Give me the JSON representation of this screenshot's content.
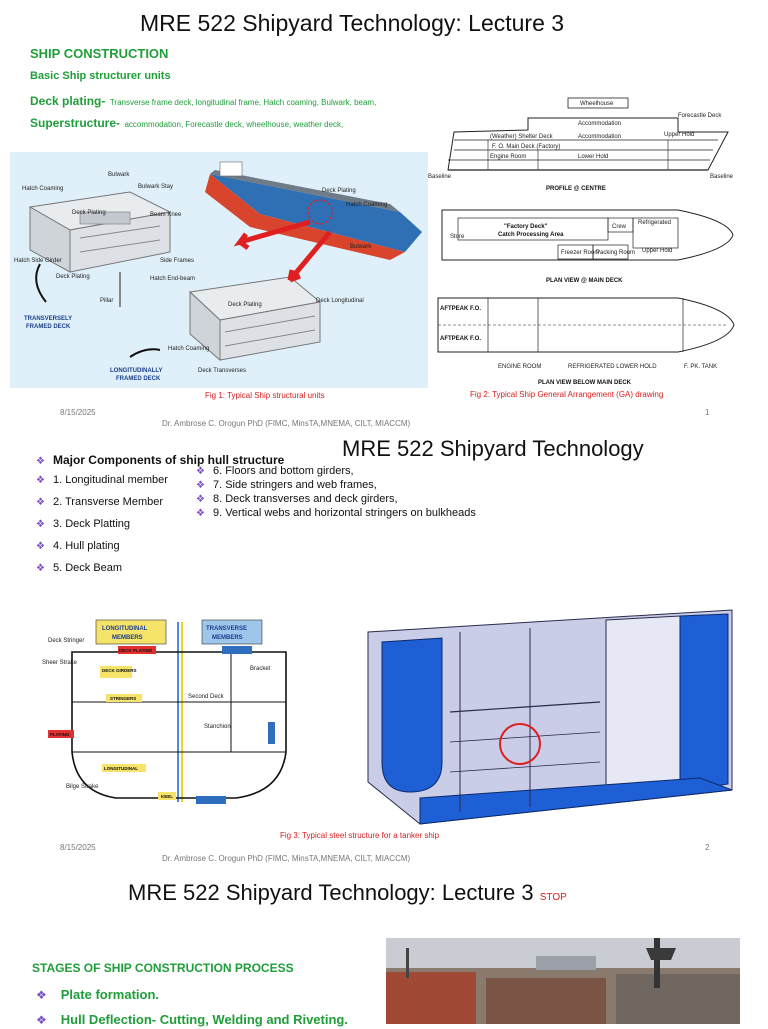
{
  "slide1": {
    "title": "MRE 522 Shipyard Technology: Lecture 3",
    "heading": "SHIP CONSTRUCTION",
    "subheading": "Basic Ship structurer units",
    "deck_label": "Deck plating-",
    "deck_text": "Transverse frame deck, longitudinal frame, Hatch coaming, Bulwark, beam,",
    "super_label": "Superstructure-",
    "super_text": "accommodation, Forecastle deck, wheelhouse, weather deck,",
    "fig1_caption": "Fig 1: Typical Ship structural units",
    "fig2_caption": "Fig 2: Typical Ship General Arrangement (GA) drawing",
    "date": "8/15/2025",
    "page": "1",
    "author": "Dr. Ambrose C. Orogun PhD (FIMC, MinsTA,MNEMA, CILT, MIACCM)",
    "fig1_labels": {
      "hatch_coaming": "Hatch Coaming",
      "bulwark": "Bulwark",
      "bulwark_stay": "Bulwark Stay",
      "deck_plating": "Deck Plating",
      "beam_knee": "Beam Knee",
      "hatch_side_girder": "Hatch Side Girder",
      "side_frames": "Side Frames",
      "hatch_end_beam": "Hatch End-beam",
      "pillar": "Pillar",
      "transversely": "TRANSVERSELY",
      "framed_deck": "FRAMED DECK",
      "longitudinally": "LONGITUDINALLY",
      "deck_longitudinal": "Deck Longitudinal",
      "deck_transverses": "Deck Transverses"
    },
    "fig2_labels": {
      "wheelhouse": "Wheelhouse",
      "accommodation": "Accommodation",
      "forecastle_deck": "Forecastle Deck",
      "weather_shelter": "(Weather) Shelter Deck",
      "upper_hold": "Upper Hold",
      "main_deck": "F. O. Main Deck (Factory)",
      "engine_room": "Engine Room",
      "lower_hold": "Lower Hold",
      "baseline": "Baseline",
      "profile": "PROFILE @ CENTRE",
      "factory_deck": "\"Factory Deck\"",
      "catch_processing": "Catch Processing Area",
      "crew": "Crew",
      "refrigerated": "Refrigerated",
      "store": "Store",
      "freezer_room": "Freezer Room",
      "packing_room": "Packing Room",
      "plan_main": "PLAN VIEW @ MAIN DECK",
      "aftpeak": "AFTPEAK F.O.",
      "engine_room_caps": "ENGINE ROOM",
      "refrigerated_lower": "REFRIGERATED LOWER HOLD",
      "fpk_tank": "F. PK. TANK",
      "plan_below": "PLAN VIEW BELOW MAIN DECK"
    }
  },
  "slide2": {
    "title": "MRE 522 Shipyard Technology",
    "heading": "Major Components of ship hull structure",
    "left_items": [
      "1. Longitudinal member",
      "2. Transverse Member",
      "3. Deck Platting",
      "4. Hull plating",
      "5. Deck Beam"
    ],
    "right_items": [
      "6. Floors and bottom girders,",
      "7. Side stringers and web frames,",
      "8. Deck transverses and deck girders,",
      "9. Vertical webs and horizontal stringers on bulkheads"
    ],
    "fig3_caption": "Fig 3: Typical steel structure for a tanker ship",
    "date": "8/15/2025",
    "page": "2",
    "author": "Dr. Ambrose C. Orogun PhD (FIMC, MinsTA,MNEMA, CILT, MIACCM)",
    "section_labels": {
      "longitudinal": "LONGITUDINAL",
      "members": "MEMBERS",
      "transverse": "TRANSVERSE",
      "deck_plating": "DECK PLATING",
      "deck_girders": "DECK GIRDERS",
      "stringers": "STRINGERS",
      "plating": "PLATING",
      "longitudinal_small": "LONGITUDINAL",
      "keel": "KEEL",
      "second_deck": "Second Deck",
      "stanchion": "Stanchion",
      "deck_stringer": "Deck Stringer",
      "sheer_strake": "Sheer Strake",
      "bilge_strake": "Bilge Strake",
      "bracket": "Bracket"
    }
  },
  "slide3": {
    "title": "MRE 522 Shipyard Technology: Lecture 3",
    "stop": "STOP",
    "heading": "STAGES OF SHIP CONSTRUCTION PROCESS",
    "items": [
      "Plate formation.",
      "Hull Deflection- Cutting, Welding and Riveting."
    ]
  }
}
